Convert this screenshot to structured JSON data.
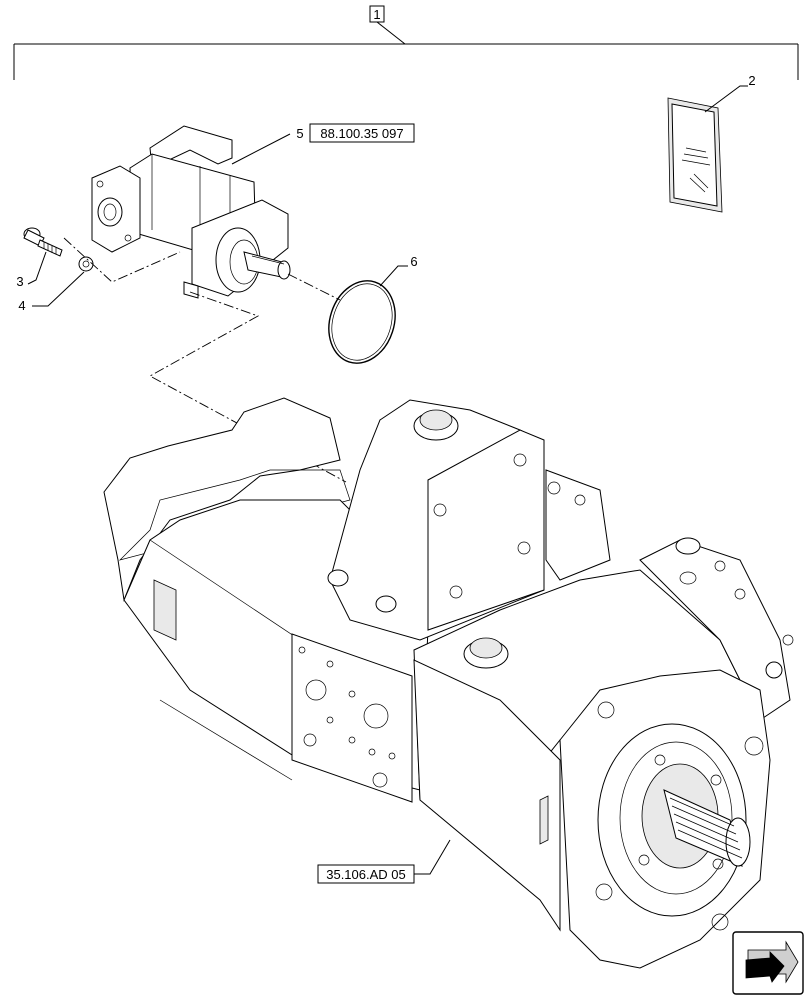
{
  "callouts": {
    "assembly": "1",
    "manual": "2",
    "screw": "3",
    "washer": "4",
    "gear_pump": "5",
    "o_ring": "6"
  },
  "references": {
    "gear_pump_ref": "88.100.35 097",
    "main_pump_ref": "35.106.AD 05"
  },
  "icons": {
    "corner_nav": "next-page-arrow-icon"
  }
}
